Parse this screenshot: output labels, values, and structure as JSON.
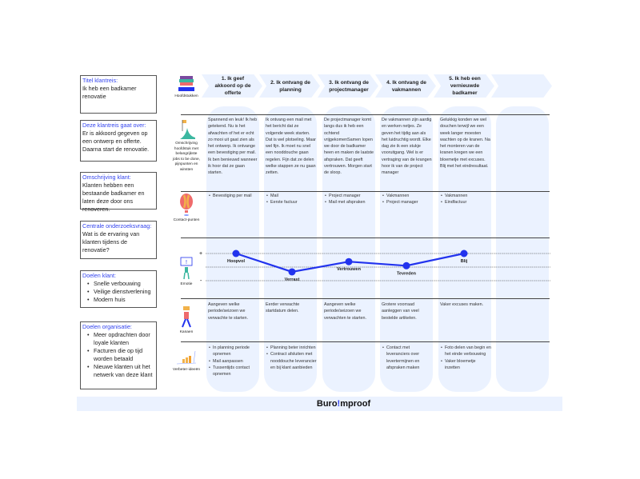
{
  "left_boxes": [
    {
      "title": "Titel klantreis:",
      "text": "Ik heb een badkamer renovatie"
    },
    {
      "title": "Deze klantreis gaat over:",
      "text": "Er is akkoord gegeven op een ontwerp en offerte. Daarna start de renovatie."
    },
    {
      "title": "Omschrijving klant:",
      "text": "Klanten hebben een bestaande badkamer en laten deze door ons renoveren."
    },
    {
      "title": "Centrale onderzoeksvraag:",
      "text": "Wat is de ervaring van klanten tijdens de renovatie?"
    },
    {
      "title": "Doelen klant:",
      "items": [
        "Snelle verbouwing",
        "Veilige dienstverlening",
        "Modern huis"
      ]
    },
    {
      "title": "Doelen organisatie:",
      "items": [
        "Meer opdrachten door loyale klanten",
        "Facturen die op tijd worden betaald",
        "Nieuwe klanten uit het netwerk van deze klant"
      ]
    }
  ],
  "row_labels": [
    "Hoofdstukken",
    "Omschrijving hoofdstuk met belangrijkste jobs to be done, pijnpunten en winsten",
    "Contact-punten",
    "Emotie",
    "Kanaen",
    "Verbeter-ideeën"
  ],
  "chapters": [
    "1. Ik geef akkoord op de offerte",
    "2. Ik ontvang de planning",
    "3. Ik ontvang de projectmanager",
    "4. Ik ontvang de vakmannen",
    "5. Ik heb een vernieuwde badkamer",
    ""
  ],
  "descriptions": [
    "Spannend en leuk! Ik heb getekend. Nu is het afwachten of het er echt zo mooi uit gaat zien als het ontwerp. Ik ontvange een bevestiging per mail. Ik ben benieuwd wanneer ik hoor dat ze gaan starten.",
    "Ik ontvang een mail met het bericht dat ze volgende week starten. Dat is wel plotseling. Maar wel fijn. Ik moet nu snel een nooddouche gaan regelen. Fijn dat ze delen welke stappen ze nu gaan zetten.",
    "De projectmanager komt langs dus ik heb een ochtend vrijgekomenSamen lopen we door de badkamer heen en maken de laatste afspraken. Dat geeft vertrouwen. Morgen start de sloop.",
    "De vakmannen zijn aardig en werken netjes. Ze geven het tijdig aan als het luidruchtig wordt. Elke dag zie ik een stukje vooruitgang. Wel is er vertraging van de krangen hoor ik van de project manager",
    "Gelukkig konden we wel douchen terwijl we een week langer moesten wachten op de kranen. Na het monteren van de kranen kregen we een bloemetje met excuses. Blij met het eindresultaat.",
    ""
  ],
  "contactpoints": [
    [
      "Bevestiging per mail"
    ],
    [
      "Mail",
      "Eerste factuur"
    ],
    [
      "Project manager",
      "Mail met afspraken"
    ],
    [
      "Vakmannen",
      "Project manager"
    ],
    [
      "Vakmannen",
      "Eindfactuur"
    ],
    []
  ],
  "emotion": {
    "plus": "+",
    "minus": "-",
    "color": "#2233ee",
    "range": [
      -1,
      1
    ],
    "points": [
      {
        "label": "Hoopvol",
        "value": 1
      },
      {
        "label": "Verrast",
        "value": -0.35
      },
      {
        "label": "Vertrouwen",
        "value": 0.4
      },
      {
        "label": "Tevreden",
        "value": 0.1
      },
      {
        "label": "Blij",
        "value": 1
      }
    ]
  },
  "channels": [
    "Aangeven welke periode/seizoen we verwachte te starten.",
    "Eerder verwachte startdatum delen.",
    "Aangeven welke periode/seizoen we verwachten te starten.",
    "Grotere voorraad aanleggen van veel bestelde artikelen.",
    "Vaker excuses maken.",
    ""
  ],
  "improvements": [
    [
      "In planning periode opnemen",
      "Mail aanpassen",
      "Tussentijds contact opnemen"
    ],
    [
      "Planning beter inrichten",
      "Contract afsluiten met nooddouche leverancier en bij klant aanbieden"
    ],
    [],
    [
      "Contact met leveranciers over levertermijnen en afspraken maken"
    ],
    [
      "Foto delen van begin en het einde verbouwing",
      "Vaker bloemetje inzetten"
    ],
    []
  ],
  "footer": {
    "logo_a": "Buro",
    "logo_b": "!",
    "logo_c": "mproof"
  },
  "colors": {
    "accent": "#3344ee",
    "column": "#ebf2ff"
  }
}
